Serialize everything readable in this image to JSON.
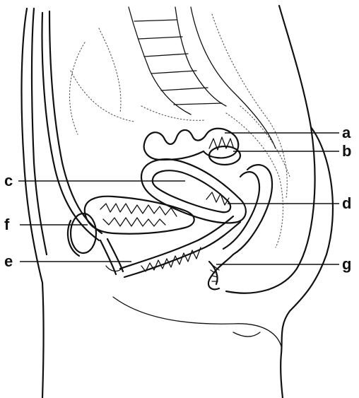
{
  "labels": {
    "a": "a",
    "b": "b",
    "c": "c",
    "d": "d",
    "e": "e",
    "f": "f",
    "g": "g"
  }
}
